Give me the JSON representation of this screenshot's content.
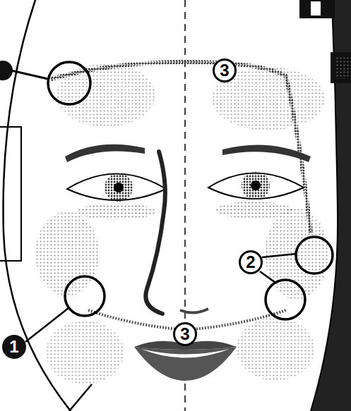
{
  "diagram": {
    "labels": [
      "3",
      "2",
      "1",
      "3"
    ]
  }
}
